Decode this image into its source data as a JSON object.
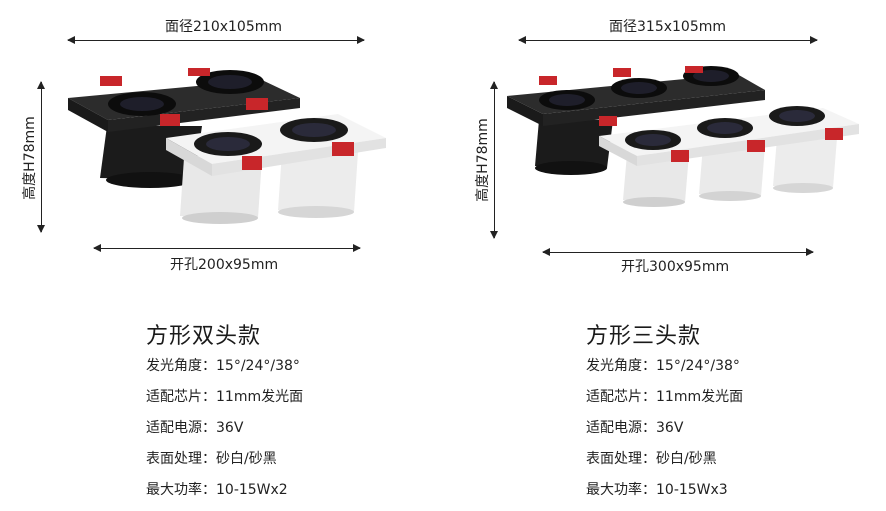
{
  "products": [
    {
      "width_label": "面径210x105mm",
      "height_label": "高度H78mm",
      "cutout_label": "开孔200x95mm",
      "title": "方形双头款",
      "specs": [
        {
          "key": "发光角度",
          "sep": "：",
          "value": "15°/24°/38°"
        },
        {
          "key": "适配芯片",
          "sep": "：",
          "value": "11mm发光面"
        },
        {
          "key": "适配电源",
          "sep": "：",
          "value": "36V"
        },
        {
          "key": "表面处理",
          "sep": "：",
          "value": "砂白/砂黑"
        },
        {
          "key": "最大功率",
          "sep": "：",
          "value": "10-15Wx2"
        }
      ]
    },
    {
      "width_label": "面径315x105mm",
      "height_label": "高度H78mm",
      "cutout_label": "开孔300x95mm",
      "title": "方形三头款",
      "specs": [
        {
          "key": "发光角度",
          "sep": "：",
          "value": "15°/24°/38°"
        },
        {
          "key": "适配芯片",
          "sep": "：",
          "value": "11mm发光面"
        },
        {
          "key": "适配电源",
          "sep": "：",
          "value": "36V"
        },
        {
          "key": "表面处理",
          "sep": "：",
          "value": "砂白/砂黑"
        },
        {
          "key": "最大功率",
          "sep": "：",
          "value": "10-15Wx3"
        }
      ]
    }
  ],
  "colors": {
    "black_finish": "#2a2a2a",
    "white_finish": "#f2f2f2",
    "spring_clip": "#c8262a",
    "dimension_line": "#222222"
  }
}
